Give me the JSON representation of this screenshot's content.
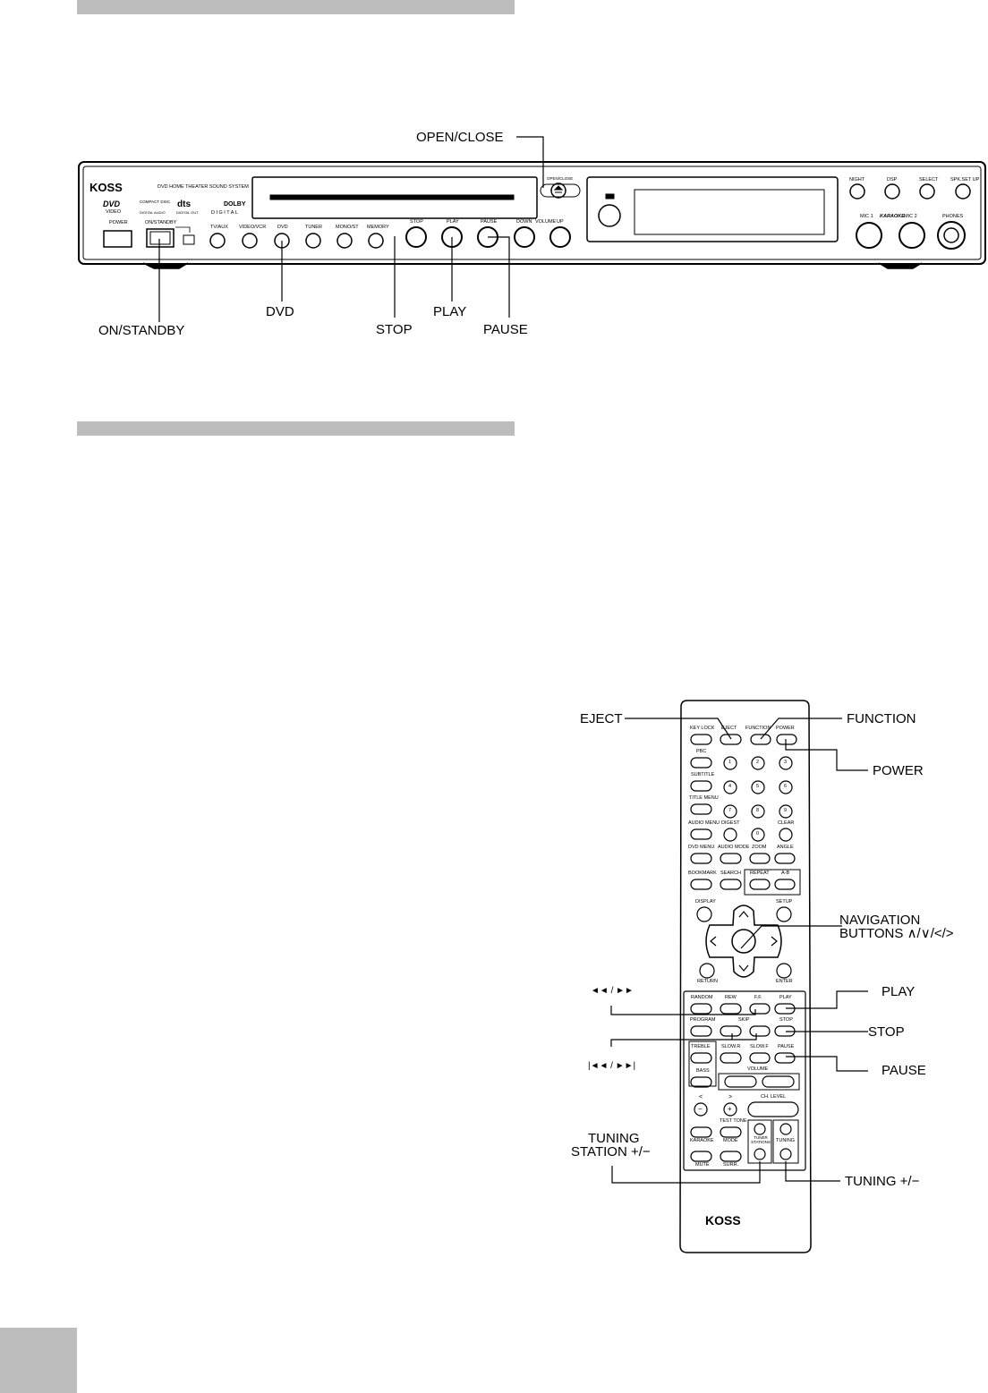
{
  "page": {
    "section_bar_1": "",
    "section_bar_2": "",
    "page_number": ""
  },
  "front_panel": {
    "brand": "KOSS",
    "model_text": "DVD HOME THEATER SOUND SYSTEM",
    "logos": {
      "dvd": "DVD",
      "dvd_sub": "VIDEO",
      "compact_disc": "COMPACT DISC",
      "compact_disc_sub": "DIGITAL AUDIO",
      "dts": "dts",
      "dts_sub": "DIGITAL OUT",
      "dolby": "DOLBY",
      "dolby_sub": "DIGITAL"
    },
    "button_labels": {
      "power": "POWER",
      "on_standby": "ON/STANDBY",
      "tv_aux": "TV/AUX",
      "video_vcr": "VIDEO/VCR",
      "dvd": "DVD",
      "tuner": "TUNER",
      "mono_st": "MONO/ST",
      "memory": "MEMORY",
      "stop": "STOP",
      "play": "PLAY",
      "pause": "PAUSE",
      "down": "DOWN",
      "volume": "VOLUME",
      "up": "UP",
      "open_close": "OPEN/CLOSE",
      "night": "NIGHT",
      "dsp": "DSP",
      "select": "SELECT",
      "spk_setup": "SPK.SET UP",
      "mic1": "MIC 1",
      "karaoke": "KARAOKE",
      "mic2": "MIC 2",
      "phones": "PHONES"
    },
    "callouts": {
      "open_close": "OPEN/CLOSE",
      "on_standby": "ON/STANDBY",
      "dvd": "DVD",
      "stop": "STOP",
      "play": "PLAY",
      "pause": "PAUSE"
    }
  },
  "remote": {
    "brand": "KOSS",
    "button_labels": {
      "key_lock": "KEY LOCK",
      "eject": "EJECT",
      "function": "FUNCTION",
      "power": "POWER",
      "pbc": "PBC",
      "subtitle": "SUBTITLE",
      "title_menu": "TITLE MENU",
      "audio_menu": "AUDIO MENU",
      "digest": "DIGEST",
      "clear": "CLEAR",
      "dvd_menu": "DVD MENU",
      "audio_mode": "AUDIO MODE",
      "zoom": "ZOOM",
      "angle": "ANGLE",
      "bookmark": "BOOKMARK",
      "search": "SEARCH",
      "repeat": "REPEAT",
      "ab": "A-B",
      "display": "DISPLAY",
      "setup": "SETUP",
      "return": "RETURN",
      "enter": "ENTER",
      "random": "RANDOM",
      "rew": "REW",
      "ff": "F.F.",
      "play": "PLAY",
      "program": "PROGRAM",
      "skip": "SKIP",
      "stop": "STOP",
      "treble": "TREBLE",
      "slow_r": "SLOW.R",
      "slow_f": "SLOW.F",
      "pause": "PAUSE",
      "bass": "BASS",
      "volume": "VOLUME",
      "lt": "<",
      "gt": ">",
      "minus": "−",
      "plus": "+",
      "ch_level": "CH. LEVEL",
      "test_tone": "TEST TONE",
      "karaoke": "KARAOKE",
      "mode": "MODE",
      "tuner_stations": "TUNER STATIONS",
      "tuning": "TUNING",
      "mute": "MUTE",
      "surr": "SURR."
    },
    "digits": [
      "1",
      "2",
      "3",
      "4",
      "5",
      "6",
      "7",
      "8",
      "9",
      "0"
    ],
    "callouts": {
      "eject": "EJECT",
      "function": "FUNCTION",
      "power": "POWER",
      "navigation_1": "NAVIGATION",
      "navigation_2": "BUTTONS ∧/∨/</>",
      "rew_ff": "◄◄ / ►►",
      "skip": "|◄◄ / ►►|",
      "play": "PLAY",
      "stop": "STOP",
      "pause": "PAUSE",
      "tuning_station_1": "TUNING",
      "tuning_station_2": "STATION +/−",
      "tuning": "TUNING +/−"
    }
  }
}
